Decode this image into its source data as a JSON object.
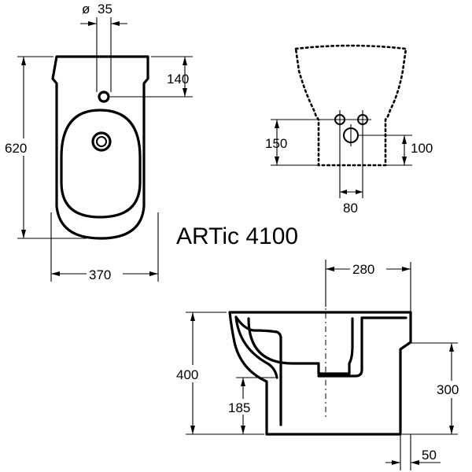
{
  "product": {
    "title": "ARTic 4100"
  },
  "top_view": {
    "hole_diameter": "35",
    "hole_offset": "140",
    "length": "620",
    "width": "370"
  },
  "rear_view": {
    "inlet_height": "150",
    "outlet_height": "100",
    "spacing": "80"
  },
  "side_view": {
    "depth": "280",
    "height": "400",
    "inlet_height": "185",
    "outlet_height": "300",
    "rear_offset": "50"
  }
}
